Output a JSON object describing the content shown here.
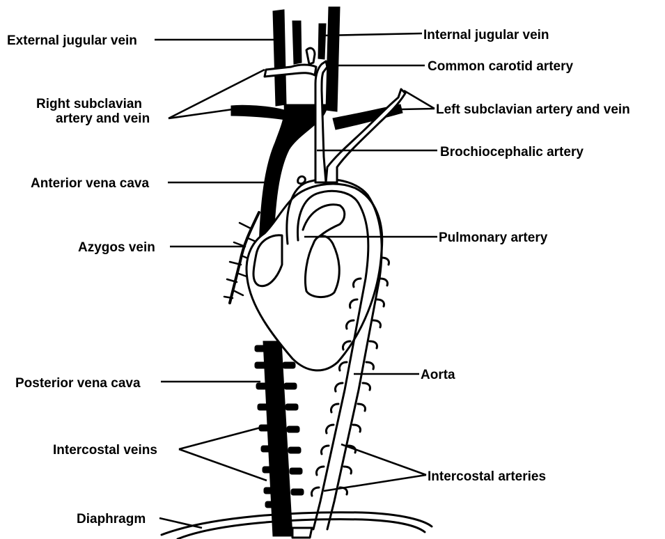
{
  "labels": {
    "external_jugular_vein": "External jugular vein",
    "internal_jugular_vein": "Internal jugular vein",
    "common_carotid_artery": "Common carotid artery",
    "right_subclavian_line1": "Right subclavian",
    "right_subclavian_line2": "artery and vein",
    "left_subclavian": "Left subclavian artery and vein",
    "brachiocephalic_artery": "Brochiocephalic artery",
    "anterior_vena_cava": "Anterior vena cava",
    "azygos_vein": "Azygos vein",
    "pulmonary_artery": "Pulmonary artery",
    "posterior_vena_cava": "Posterior vena cava",
    "aorta": "Aorta",
    "intercostal_veins": "Intercostal veins",
    "intercostal_arteries": "Intercostal arteries",
    "diaphragm": "Diaphragm"
  }
}
